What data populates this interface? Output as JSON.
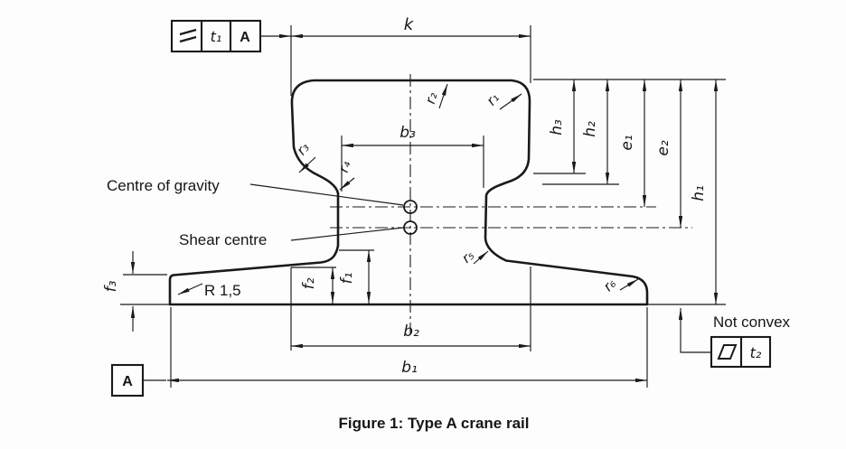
{
  "figure": {
    "caption": "Figure 1:  Type A crane rail"
  },
  "annotations": {
    "centre_of_gravity": "Centre of gravity",
    "shear_centre": "Shear centre",
    "not_convex": "Not convex",
    "corner_radius": "R 1,5"
  },
  "dimensions": {
    "k": "k",
    "b1": "b₁",
    "b2": "b₂",
    "b3": "b₃",
    "h1": "h₁",
    "h2": "h₂",
    "h3": "h₃",
    "e1": "e₁",
    "e2": "e₂",
    "f1": "f₁",
    "f2": "f₂",
    "f3": "f₃",
    "r1": "r₁",
    "r2": "r₂",
    "r3": "r₃",
    "r4": "r₄",
    "r5": "r₅",
    "r6": "r₆"
  },
  "tolerance_frames": {
    "parallelism": {
      "symbol": "parallelism",
      "tolerance": "t₁",
      "datum_ref": "A"
    },
    "flatness": {
      "symbol": "flatness",
      "tolerance": "t₂"
    },
    "datum_label": "A"
  },
  "colors": {
    "ink": "#1a1a1a",
    "background": "#fdfdfd"
  }
}
